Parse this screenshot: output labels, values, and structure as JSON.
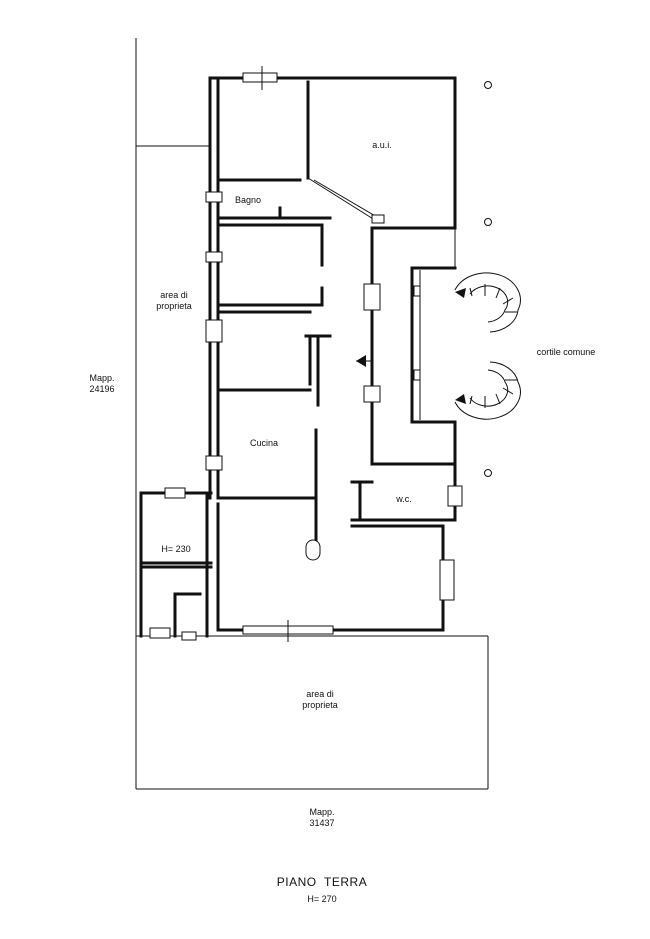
{
  "plan": {
    "title": "PIANO  TERRA",
    "height_note": "H= 270",
    "rooms": {
      "aui": "a.u.i.",
      "bagno": "Bagno",
      "cucina": "Cucina",
      "wc": "w.c.",
      "h230": "H= 230"
    },
    "areas": {
      "left_line1": "area di",
      "left_line2": "proprieta",
      "bottom_line1": "area di",
      "bottom_line2": "proprieta",
      "courtyard": "cortile comune"
    },
    "parcels": {
      "left_line1": "Mapp.",
      "left_line2": "24196",
      "bottom_line1": "Mapp.",
      "bottom_line2": "31437"
    }
  }
}
